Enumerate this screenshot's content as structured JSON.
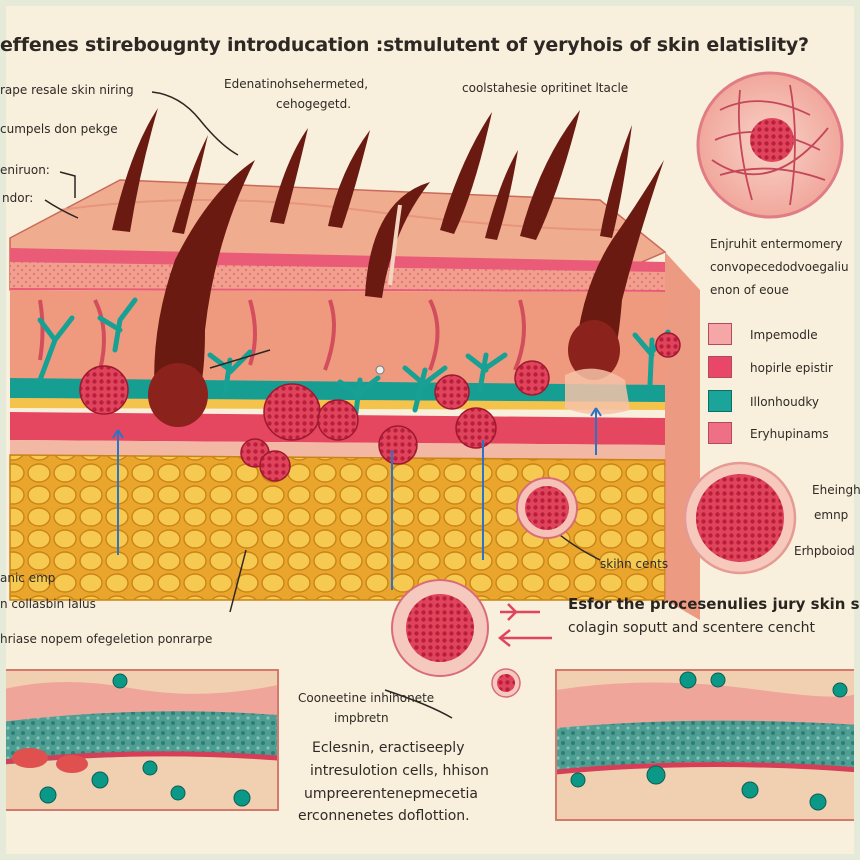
{
  "title": "effenes stirebougnty introducation :stmulutent  of yeryhois of skin elatislity?",
  "left_labels": {
    "l1": "rape resale skin niring",
    "l2": "cumpels don pekge",
    "l3": "eniruon:",
    "l4": "ndor:",
    "l5": "anic emp",
    "l6": "n collasbin lalus",
    "l7": "hriase nopem ofegeletion ponrarpe"
  },
  "top_labels": {
    "center_line1": "Edenatinohsehermeted,",
    "center_line2": "cehogegetd.",
    "right": "coolstahesie opritinet ltacle"
  },
  "legend": {
    "header_lines": [
      "Enjruhit entermomery",
      "convopecedodvoegaliu",
      "enon of eoue"
    ],
    "items": [
      {
        "label": "Impemodle",
        "color": "#f4a7a6"
      },
      {
        "label": "hopirle epistir",
        "color": "#e8476a"
      },
      {
        "label": "Illonhoudky",
        "color": "#1aa49a"
      },
      {
        "label": "Eryhupinams",
        "color": "#ef6f86"
      }
    ]
  },
  "right_labels": {
    "r1": "Eheinght",
    "r2": "emnp",
    "r3": "Erhpboiod",
    "skin_cents": "skihn cents"
  },
  "callout": {
    "line1": "Esfor the procesenulies jury skin skin",
    "line2": "colagin soputt and scentere cencht"
  },
  "bottom_center": {
    "label_line1": "Cooneetine inhihonete",
    "label_line2": "impbretn",
    "para": [
      "Eclesnin, eractiseeply",
      "intresulotion cells, hhison",
      "umpreerentenepmecetia",
      "erconnenetes doflottion."
    ]
  },
  "colors": {
    "background": "#f8efdc",
    "dermis": "#e9826f",
    "fat": "#f0b93e",
    "hair": "#6e1c14",
    "cells": "#d8364f",
    "teal": "#1aa49a"
  }
}
